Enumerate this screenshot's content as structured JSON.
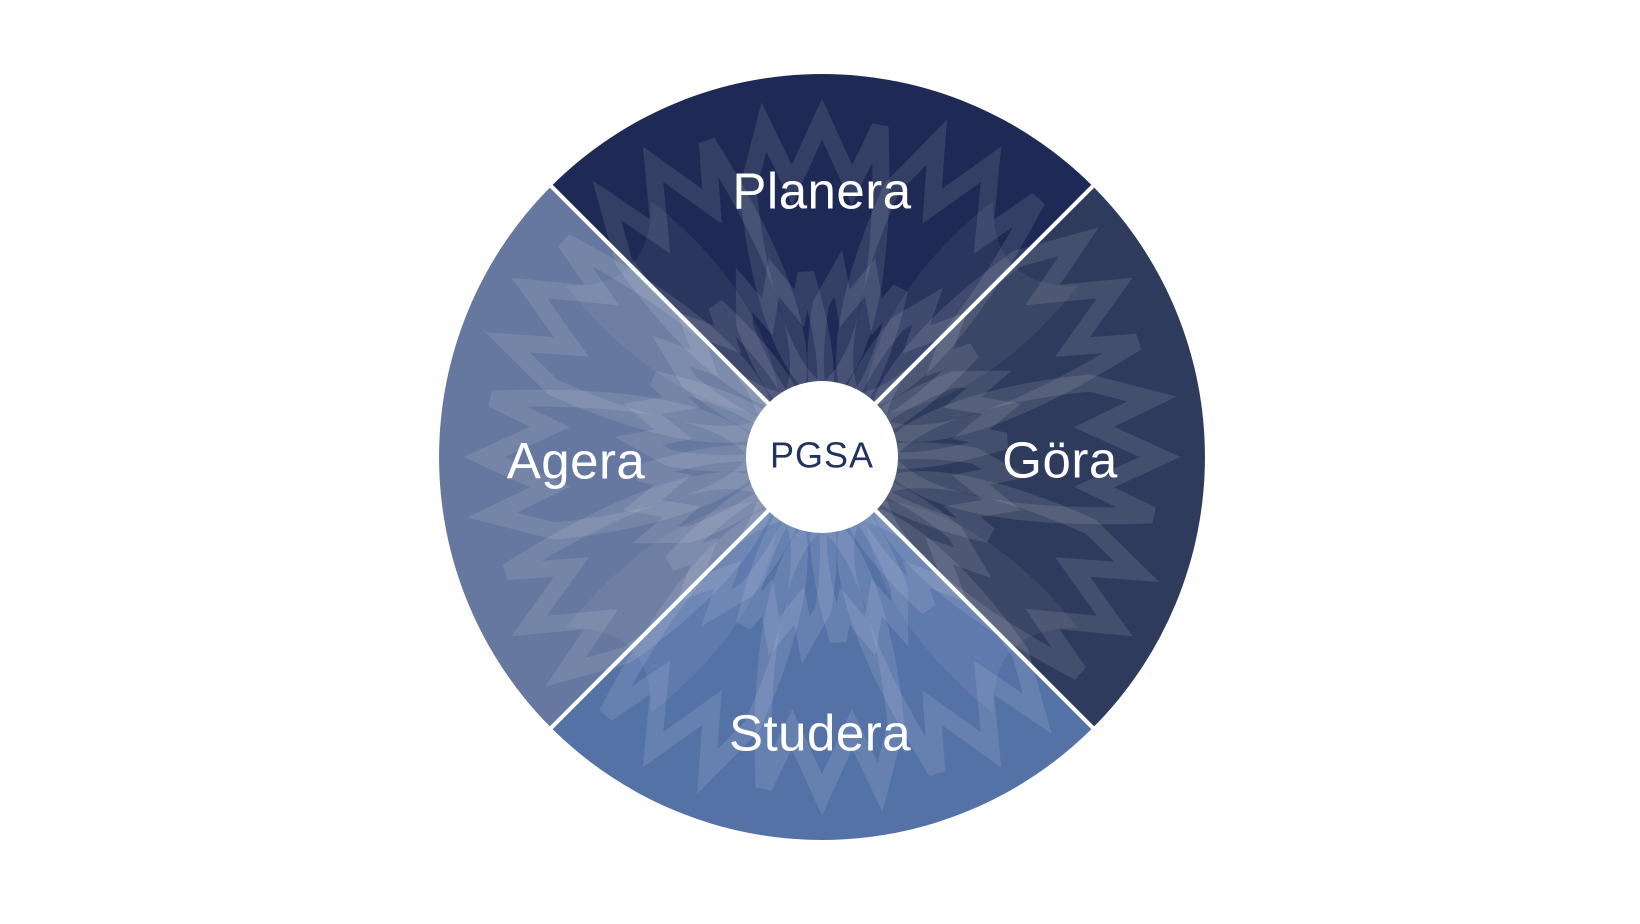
{
  "page": {
    "background_color": "#ffffff"
  },
  "diagram": {
    "type": "pgsa-cycle-wheel",
    "center_label": "PGSA",
    "center_label_color": "#223360",
    "center_circle_color": "#ffffff",
    "divider_color": "#ffffff",
    "quadrant_label_color": "#ffffff",
    "pattern": "cornflower-petal-outline-overlay",
    "quadrants": [
      {
        "label": "Planera",
        "position": "top",
        "color": "#1e2a55"
      },
      {
        "label": "Göra",
        "position": "right",
        "color": "#2e3b5d"
      },
      {
        "label": "Studera",
        "position": "bottom",
        "color": "#5572a7"
      },
      {
        "label": "Agera",
        "position": "left",
        "color": "#66789f"
      }
    ]
  }
}
